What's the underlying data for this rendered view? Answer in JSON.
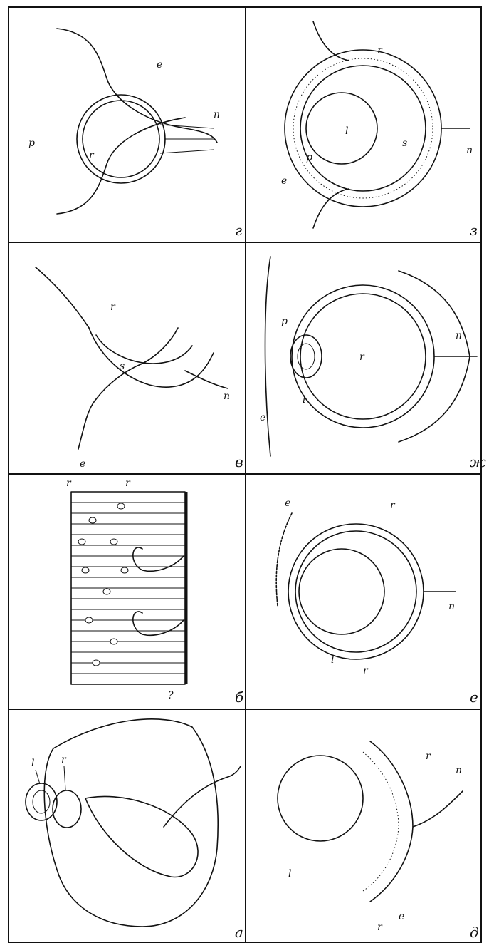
{
  "figure": {
    "panels": [
      {
        "id": "a",
        "caption": "а",
        "labels": [
          "l",
          "r"
        ]
      },
      {
        "id": "b",
        "caption": "б",
        "labels": [
          "r",
          "r",
          "?"
        ]
      },
      {
        "id": "v",
        "caption": "в",
        "labels": [
          "e",
          "s",
          "r",
          "n"
        ]
      },
      {
        "id": "g",
        "caption": "г",
        "labels": [
          "e",
          "p",
          "r",
          "n"
        ]
      },
      {
        "id": "d",
        "caption": "д",
        "labels": [
          "l",
          "e",
          "r",
          "r",
          "n"
        ]
      },
      {
        "id": "e",
        "caption": "е",
        "labels": [
          "e",
          "l",
          "r",
          "r",
          "n"
        ]
      },
      {
        "id": "zh",
        "caption": "ж",
        "labels": [
          "e",
          "p",
          "l",
          "r",
          "n"
        ]
      },
      {
        "id": "z",
        "caption": "з",
        "labels": [
          "e",
          "p",
          "l",
          "s",
          "r",
          "n"
        ]
      }
    ],
    "colors": {
      "ink": "#111111",
      "paper": "#ffffff"
    }
  }
}
